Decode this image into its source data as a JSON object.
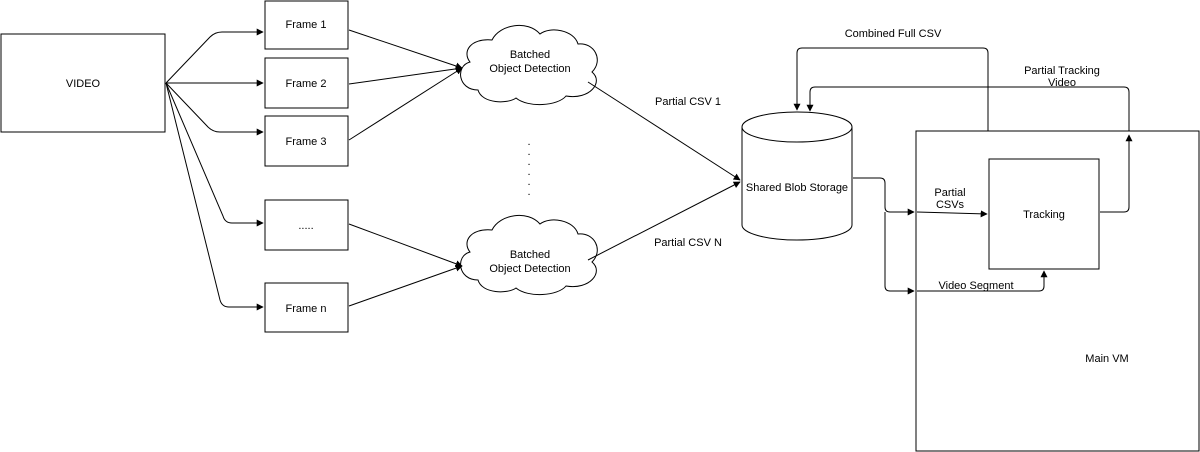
{
  "nodes": {
    "video": "VIDEO",
    "frames": [
      "Frame 1",
      "Frame 2",
      "Frame 3",
      ".....",
      "Frame n"
    ],
    "detection_top": [
      "Batched",
      "Object Detection"
    ],
    "detection_bottom": [
      "Batched",
      "Object Detection"
    ],
    "ellipsis": ".",
    "storage": "Shared Blob Storage",
    "tracking": "Tracking",
    "main_vm": "Main VM"
  },
  "edge_labels": {
    "partial_csv_1": "Partial CSV 1",
    "partial_csv_n": "Partial CSV N",
    "combined_full_csv": "Combined Full CSV",
    "partial_tracking_video": [
      "Partial Tracking",
      "Video"
    ],
    "partial_csvs": [
      "Partial",
      "CSVs"
    ],
    "video_segment": "Video Segment"
  },
  "colors": {
    "stroke": "#000000",
    "fill": "#ffffff",
    "text": "#000000"
  }
}
